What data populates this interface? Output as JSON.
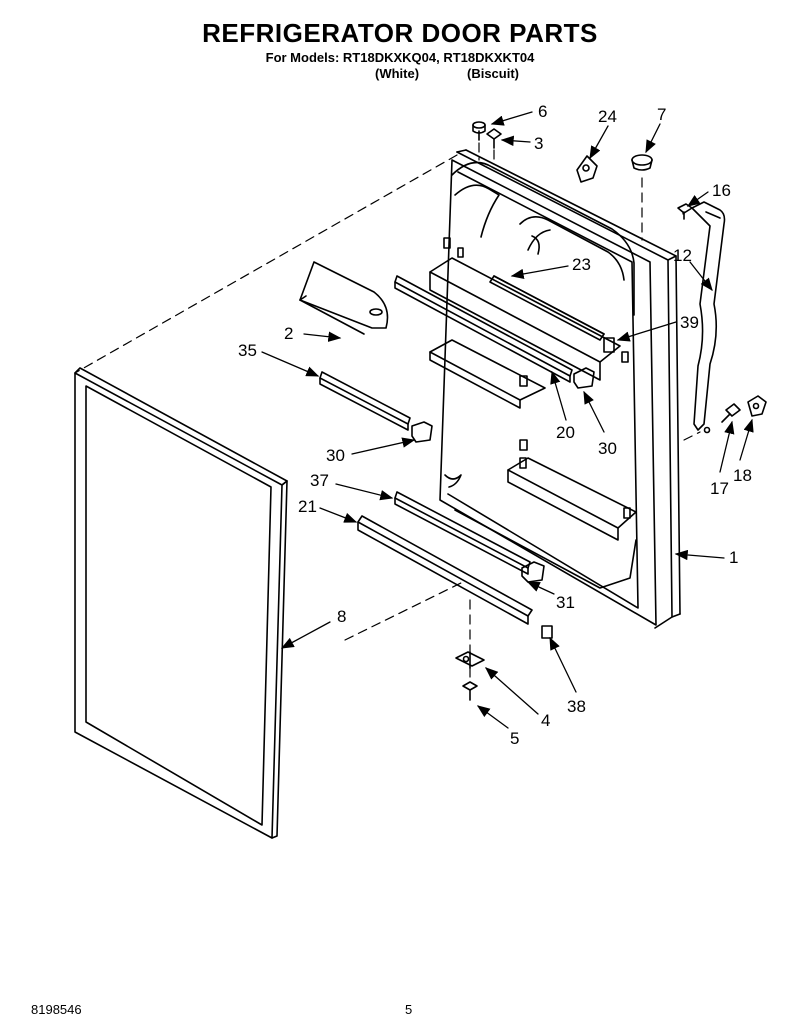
{
  "header": {
    "title": "REFRIGERATOR DOOR PARTS",
    "models_line": "For Models: RT18DKXKQ04, RT18DKXKT04",
    "variants": [
      "(White)",
      "(Biscuit)"
    ]
  },
  "callouts": [
    {
      "id": "c6",
      "label": "6"
    },
    {
      "id": "c3",
      "label": "3"
    },
    {
      "id": "c24",
      "label": "24"
    },
    {
      "id": "c7",
      "label": "7"
    },
    {
      "id": "c16",
      "label": "16"
    },
    {
      "id": "c12",
      "label": "12"
    },
    {
      "id": "c23",
      "label": "23"
    },
    {
      "id": "c2",
      "label": "2"
    },
    {
      "id": "c39",
      "label": "39"
    },
    {
      "id": "c35",
      "label": "35"
    },
    {
      "id": "c20",
      "label": "20"
    },
    {
      "id": "c30a",
      "label": "30"
    },
    {
      "id": "c30b",
      "label": "30"
    },
    {
      "id": "c17",
      "label": "17"
    },
    {
      "id": "c18",
      "label": "18"
    },
    {
      "id": "c37",
      "label": "37"
    },
    {
      "id": "c21",
      "label": "21"
    },
    {
      "id": "c1",
      "label": "1"
    },
    {
      "id": "c31",
      "label": "31"
    },
    {
      "id": "c8",
      "label": "8"
    },
    {
      "id": "c4",
      "label": "4"
    },
    {
      "id": "c38",
      "label": "38"
    },
    {
      "id": "c5",
      "label": "5"
    }
  ],
  "footer": {
    "doc_number": "8198546",
    "page_number": "5"
  }
}
